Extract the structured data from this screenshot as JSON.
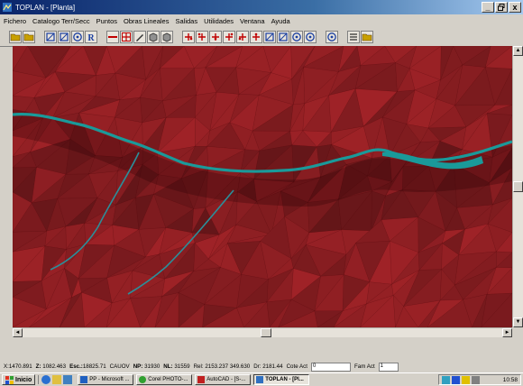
{
  "window": {
    "title": "TOPLAN - [Planta]"
  },
  "window_buttons": [
    "_",
    "̅",
    "x"
  ],
  "menu": [
    "Fichero",
    "Catalogo Terr/Secc",
    "Puntos",
    "Obras Lineales",
    "Salidas",
    "Utilidades",
    "Ventana",
    "Ayuda"
  ],
  "toolbar": {
    "buttons": [
      {
        "name": "open-icon",
        "color": "#c8a000"
      },
      {
        "name": "save-icon",
        "color": "#c8a000"
      },
      {
        "name": "grid-icon",
        "color": "#1a3fa0"
      },
      {
        "name": "grid2-icon",
        "color": "#1a3fa0"
      },
      {
        "name": "globe-icon",
        "color": "#1a3fa0"
      },
      {
        "name": "r-icon",
        "glyph": "R",
        "color": "#1a3fa0"
      },
      {
        "name": "line-icon",
        "color": "#c00000"
      },
      {
        "name": "cross-icon",
        "color": "#c00000"
      },
      {
        "name": "pen-icon",
        "color": "#303030"
      },
      {
        "name": "view3d-icon",
        "color": "#303030"
      },
      {
        "name": "cube-icon",
        "color": "#303030"
      },
      {
        "name": "point-plus-icon",
        "color": "#c00000"
      },
      {
        "name": "point-minus-icon",
        "color": "#c00000"
      },
      {
        "name": "point-move-icon",
        "color": "#c00000"
      },
      {
        "name": "point-add-icon",
        "color": "#c00000"
      },
      {
        "name": "point-del-icon",
        "color": "#c00000"
      },
      {
        "name": "point-edit-icon",
        "color": "#c00000"
      },
      {
        "name": "region-icon",
        "color": "#1a3fa0"
      },
      {
        "name": "profile-icon",
        "color": "#1a3fa0"
      },
      {
        "name": "gear-icon",
        "color": "#1a3fa0"
      },
      {
        "name": "palette-icon",
        "color": "#1a3fa0"
      },
      {
        "name": "refresh-icon",
        "color": "#1a3fa0"
      },
      {
        "name": "list-icon",
        "color": "#303030"
      },
      {
        "name": "folder-icon",
        "color": "#c8a000"
      }
    ]
  },
  "status": {
    "x_label": "X:",
    "x_value": "1470.891",
    "z_label": "Z:",
    "z_value": "1082.463",
    "esc_label": "Esc.:",
    "esc_value": "18825.71",
    "cauov": "CAUOV",
    "np_label": "NP:",
    "np_value": "31930",
    "nl_label": "NL:",
    "nl_value": "31559",
    "rel_label": "Rel:",
    "rel_value": "2153.237 349.630",
    "dr_label": "Dr:",
    "dr_value": "2181.44",
    "cote_label": "Cote Act",
    "cote_value": "0",
    "fam_label": "Fam Act",
    "fam_value": "1"
  },
  "taskbar": {
    "start_label": "Inicio",
    "tasks": [
      "PP - Microsoft ...",
      "Corel PHOTO-...",
      "AutoCAD - [S-...",
      "TOPLAN - [Pl..."
    ],
    "clock": "10:58"
  },
  "colors": {
    "terrain": "#8b1e22",
    "water": "#1a9a9a",
    "road": "#2b8f9a"
  }
}
